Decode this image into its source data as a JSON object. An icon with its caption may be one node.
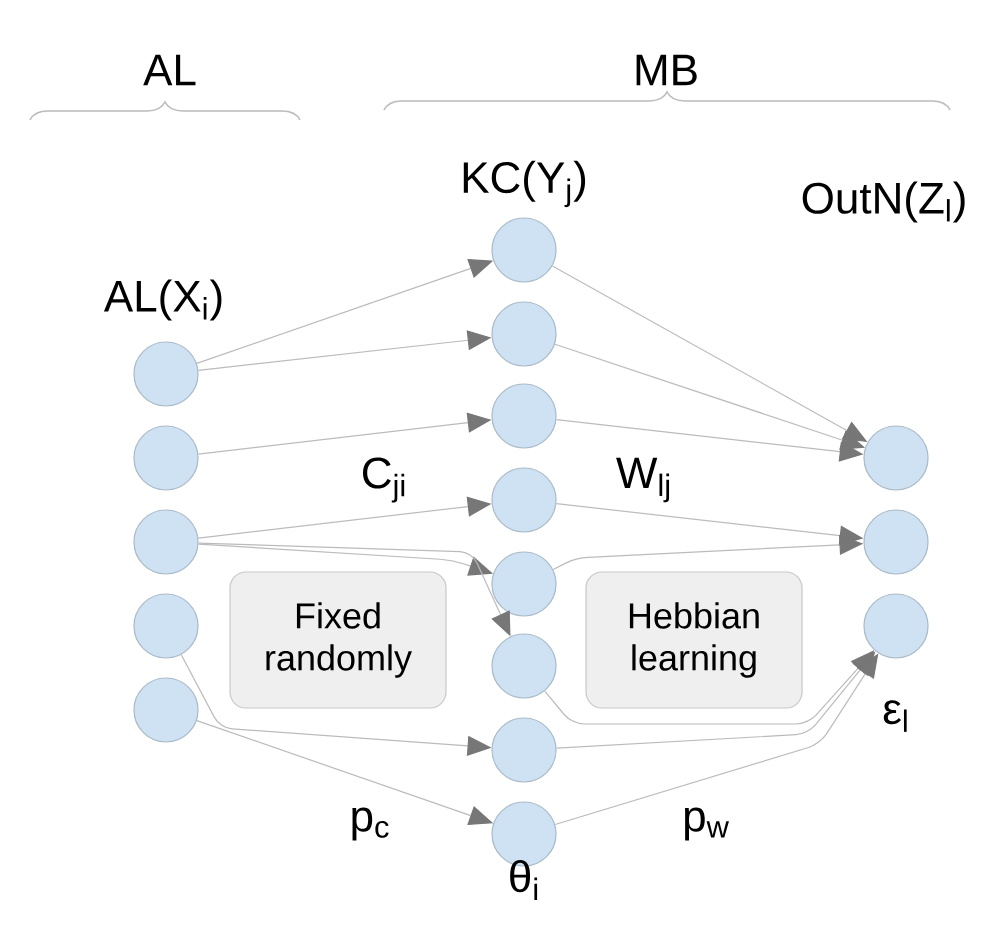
{
  "diagram": {
    "nodes": [
      {
        "text": [],
        "shape": "circle"
      },
      {
        "text": [],
        "shape": "circle"
      },
      {
        "text": [],
        "shape": "circle"
      },
      {
        "text": [],
        "shape": "circle"
      },
      {
        "text": [],
        "shape": "circle"
      },
      {
        "text": [],
        "shape": "circle"
      },
      {
        "text": [],
        "shape": "circle"
      },
      {
        "text": [],
        "shape": "circle"
      },
      {
        "text": [],
        "shape": "circle"
      },
      {
        "text": [],
        "shape": "circle"
      },
      {
        "text": [],
        "shape": "circle"
      },
      {
        "text": [],
        "shape": "circle"
      },
      {
        "text": [],
        "shape": "circle"
      },
      {
        "text": [],
        "shape": "circle"
      },
      {
        "text": [],
        "shape": "circle"
      },
      {
        "text": [],
        "shape": "circle"
      },
      {
        "text": [
          "Fixed randomly"
        ]
      },
      {
        "text": [
          "Hebbian learning"
        ]
      }
    ],
    "edges": [
      {
        "from": 0,
        "to": 5,
        "arrow": "to"
      },
      {
        "from": 0,
        "to": 6,
        "arrow": "to"
      },
      {
        "from": 1,
        "to": 7,
        "arrow": "to"
      },
      {
        "from": 2,
        "to": 8,
        "arrow": "to"
      },
      {
        "from": 2,
        "to": 9,
        "arrow": "to"
      },
      {
        "from": 2,
        "to": 10,
        "arrow": "to"
      },
      {
        "from": 3,
        "to": 11,
        "arrow": "to"
      },
      {
        "from": 4,
        "to": 12,
        "arrow": "to"
      },
      {
        "from": 5,
        "to": 13,
        "arrow": "to"
      },
      {
        "from": 6,
        "to": 13,
        "arrow": "to"
      },
      {
        "from": 7,
        "to": 13,
        "arrow": "to"
      },
      {
        "from": 8,
        "to": 14,
        "arrow": "to"
      },
      {
        "from": 9,
        "to": 14,
        "arrow": "to"
      },
      {
        "from": 10,
        "to": 15,
        "arrow": "to"
      },
      {
        "from": 11,
        "to": 15,
        "arrow": "to"
      },
      {
        "from": 12,
        "to": 15,
        "arrow": "to"
      }
    ],
    "labels": [
      "AL",
      "MB",
      "KC(Y$_{j}$)",
      "AL(X$_{i}$)",
      "OutN(Z$_{l}$)",
      "C$_{ji}$",
      "W$_{lj}$",
      "p$_{c}$",
      "p$_{w}$",
      "θ$_{i}$",
      "ε$_{l}$"
    ]
  }
}
